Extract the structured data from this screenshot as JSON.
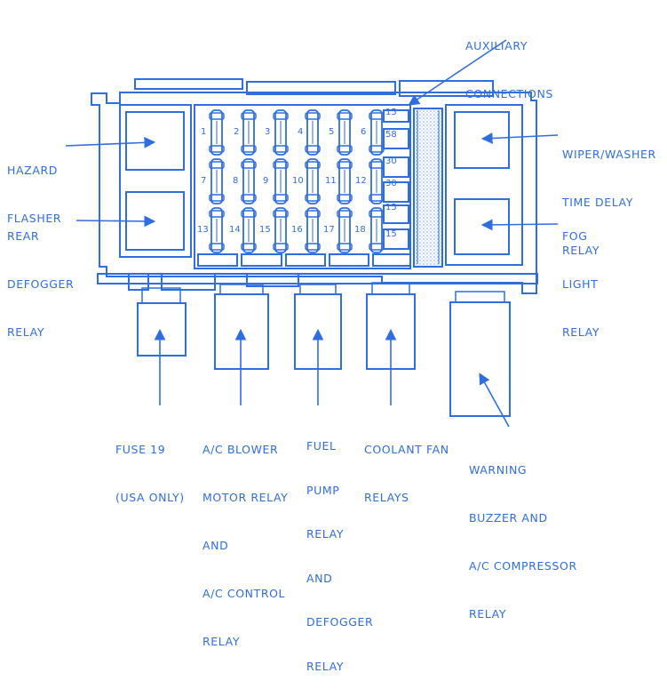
{
  "colors": {
    "line": "#2f6ee0",
    "hatch": "#8fb5ee",
    "background": "#ffffff"
  },
  "labels": {
    "auxiliary": [
      "AUXILIARY",
      "CONNECTIONS"
    ],
    "hazard": [
      "HAZARD",
      "FLASHER"
    ],
    "rear": [
      "REAR",
      "DEFOGGER",
      "RELAY"
    ],
    "wiper": [
      "WIPER/WASHER",
      "TIME DELAY",
      "RELAY"
    ],
    "fog": [
      "FOG",
      "LIGHT",
      "RELAY"
    ],
    "fuse19": [
      "FUSE 19",
      "(USA ONLY)"
    ],
    "blower": [
      "A/C BLOWER",
      "MOTOR RELAY",
      "AND",
      "A/C CONTROL",
      "RELAY"
    ],
    "fuel": [
      "FUEL",
      "PUMP",
      "RELAY",
      "AND",
      "DEFOGGER",
      "RELAY"
    ],
    "coolant": [
      "COOLANT FAN",
      "RELAYS"
    ],
    "warning": [
      "WARNING",
      "BUZZER AND",
      "A/C COMPRESSOR",
      "RELAY"
    ]
  },
  "fuse_numbers": {
    "row1": [
      "1",
      "2",
      "3",
      "4",
      "5",
      "6"
    ],
    "row2": [
      "7",
      "8",
      "9",
      "10",
      "11",
      "12"
    ],
    "row3": [
      "13",
      "14",
      "15",
      "16",
      "17",
      "18"
    ],
    "right_column": [
      "15",
      "58",
      "30",
      "30",
      "15",
      "15"
    ]
  }
}
